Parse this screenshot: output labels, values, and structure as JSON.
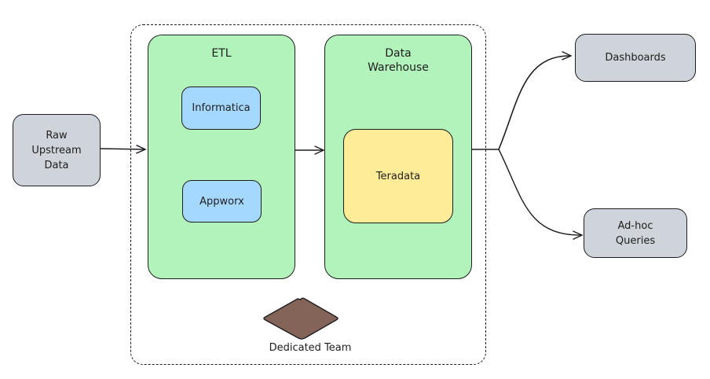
{
  "diagram": {
    "title": "Data pipeline architecture",
    "colors": {
      "stroke": "#1e1e1e",
      "source_fill": "#ced4da",
      "stage_fill": "#b2f2bb",
      "tool_fill": "#a5d8ff",
      "warehouse_fill": "#ffec99",
      "team_fill": "#846358"
    },
    "nodes": {
      "source": {
        "label": "Raw\nUpstream\nData"
      },
      "etl": {
        "label": "ETL"
      },
      "informatica": {
        "label": "Informatica"
      },
      "appworx": {
        "label": "Appworx"
      },
      "warehouse": {
        "label": "Data\nWarehouse"
      },
      "teradata": {
        "label": "Teradata"
      },
      "dashboards": {
        "label": "Dashboards"
      },
      "adhoc": {
        "label": "Ad-hoc\nQueries"
      },
      "team": {
        "label": "Dedicated Team",
        "shape": "diamond"
      }
    },
    "edges": [
      {
        "from": "source",
        "to": "etl"
      },
      {
        "from": "etl",
        "to": "warehouse"
      },
      {
        "from": "warehouse",
        "to": "dashboards"
      },
      {
        "from": "warehouse",
        "to": "adhoc"
      }
    ],
    "group": {
      "style": "dashed",
      "contains": [
        "etl",
        "warehouse",
        "team"
      ]
    }
  }
}
